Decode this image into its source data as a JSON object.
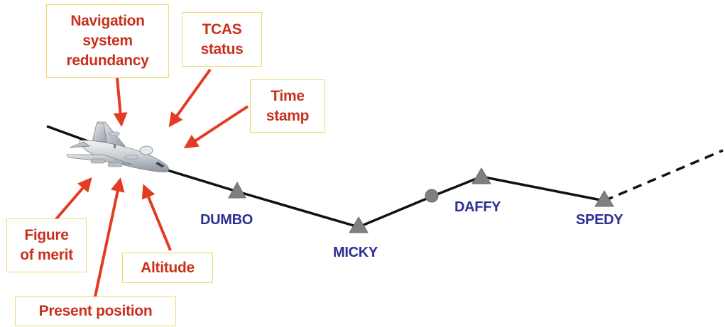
{
  "callouts": {
    "navigation": [
      "Navigation",
      "system",
      "redundancy"
    ],
    "tcas": [
      "TCAS",
      "status"
    ],
    "time_stamp": [
      "Time",
      "stamp"
    ],
    "figure_of_merit": [
      "Figure",
      "of merit"
    ],
    "altitude": [
      "Altitude"
    ],
    "present_position": [
      "Present position"
    ]
  },
  "waypoints": {
    "dumbo": "DUMBO",
    "micky": "MICKY",
    "daffy": "DAFFY",
    "spedy": "SPEDY"
  },
  "colors": {
    "callout_text": "#c8311c",
    "callout_border": "#f2d768",
    "arrow": "#e23d22",
    "waypoint_text": "#2e2f96",
    "waypoint_marker": "#808080",
    "route": "#111111"
  },
  "icons": {
    "aircraft": "aircraft-icon",
    "waypoint": "triangle-icon",
    "fix": "circle-icon"
  }
}
